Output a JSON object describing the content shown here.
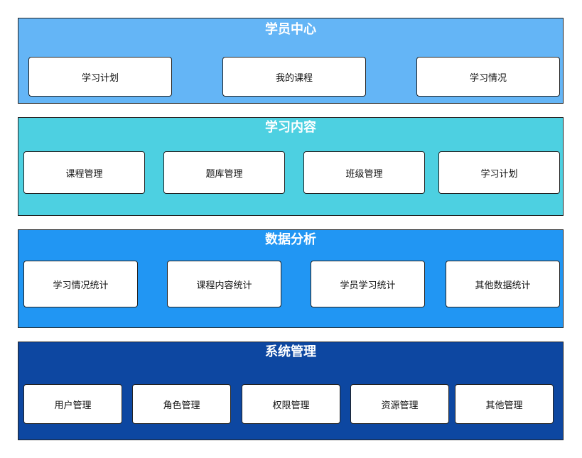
{
  "sections": [
    {
      "title": "学员中心",
      "color": "#64b5f6",
      "items": [
        "学习计划",
        "我的课程",
        "学习情况"
      ]
    },
    {
      "title": "学习内容",
      "color": "#4dd0e1",
      "items": [
        "课程管理",
        "题库管理",
        "班级管理",
        "学习计划"
      ]
    },
    {
      "title": "数据分析",
      "color": "#2196f3",
      "items": [
        "学习情况统计",
        "课程内容统计",
        "学员学习统计",
        "其他数据统计"
      ]
    },
    {
      "title": "系统管理",
      "color": "#0d47a1",
      "items": [
        "用户管理",
        "角色管理",
        "权限管理",
        "资源管理",
        "其他管理"
      ]
    }
  ]
}
